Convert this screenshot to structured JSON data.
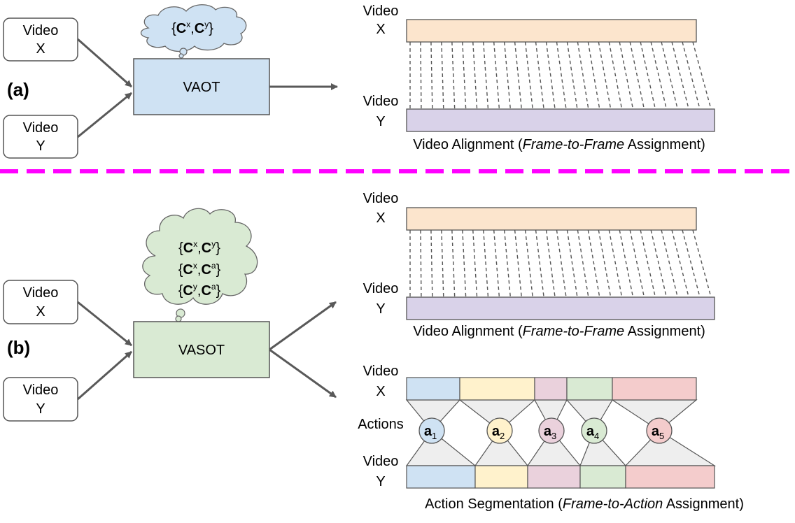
{
  "panel_a": {
    "label": "(a)",
    "input_x": {
      "line1": "Video",
      "line2": "X"
    },
    "input_y": {
      "line1": "Video",
      "line2": "Y"
    },
    "model": "VAOT",
    "cloud": [
      {
        "open": "{",
        "a": "C",
        "a_sup": "x",
        "sep": ",",
        "b": "C",
        "b_sup": "y",
        "close": "}"
      }
    ],
    "alignment": {
      "top_label": {
        "line1": "Video",
        "line2": "X"
      },
      "bottom_label": {
        "line1": "Video",
        "line2": "Y"
      },
      "caption": {
        "pre": "Video Alignment (",
        "italic": "Frame-to-Frame",
        "post": " Assignment)"
      }
    }
  },
  "panel_b": {
    "label": "(b)",
    "input_x": {
      "line1": "Video",
      "line2": "X"
    },
    "input_y": {
      "line1": "Video",
      "line2": "Y"
    },
    "model": "VASOT",
    "cloud": [
      {
        "open": "{",
        "a": "C",
        "a_sup": "x",
        "sep": ",",
        "b": "C",
        "b_sup": "y",
        "close": "}"
      },
      {
        "open": "{",
        "a": "C",
        "a_sup": "x",
        "sep": ",",
        "b": "C",
        "b_sup": "a",
        "close": "}"
      },
      {
        "open": "{",
        "a": "C",
        "a_sup": "y",
        "sep": ",",
        "b": "C",
        "b_sup": "a",
        "close": "}"
      }
    ],
    "alignment": {
      "top_label": {
        "line1": "Video",
        "line2": "X"
      },
      "bottom_label": {
        "line1": "Video",
        "line2": "Y"
      },
      "caption": {
        "pre": "Video Alignment (",
        "italic": "Frame-to-Frame",
        "post": " Assignment)"
      }
    },
    "segmentation": {
      "top_label": {
        "line1": "Video",
        "line2": "X"
      },
      "bottom_label": {
        "line1": "Video",
        "line2": "Y"
      },
      "actions_label": "Actions",
      "actions": [
        {
          "name": "a",
          "sub": "1",
          "color": "#cfe2f3"
        },
        {
          "name": "a",
          "sub": "2",
          "color": "#fff2cc"
        },
        {
          "name": "a",
          "sub": "3",
          "color": "#ead1dc"
        },
        {
          "name": "a",
          "sub": "4",
          "color": "#d9ead3"
        },
        {
          "name": "a",
          "sub": "5",
          "color": "#f4cccc"
        }
      ],
      "caption": {
        "pre": "Action Segmentation (",
        "italic": "Frame-to-Action",
        "post": " Assignment)"
      }
    }
  },
  "colors": {
    "video_x_bar": "#fce5cd",
    "video_y_bar": "#d9d2e9",
    "vaot_box": "#cfe2f3",
    "vasot_box": "#d9ead3",
    "cloud_a": "#cfe2f3",
    "cloud_b": "#d9ead3",
    "separator": "#ff00ff",
    "arrow": "#595959",
    "trapezoid": "#eeeeee"
  }
}
